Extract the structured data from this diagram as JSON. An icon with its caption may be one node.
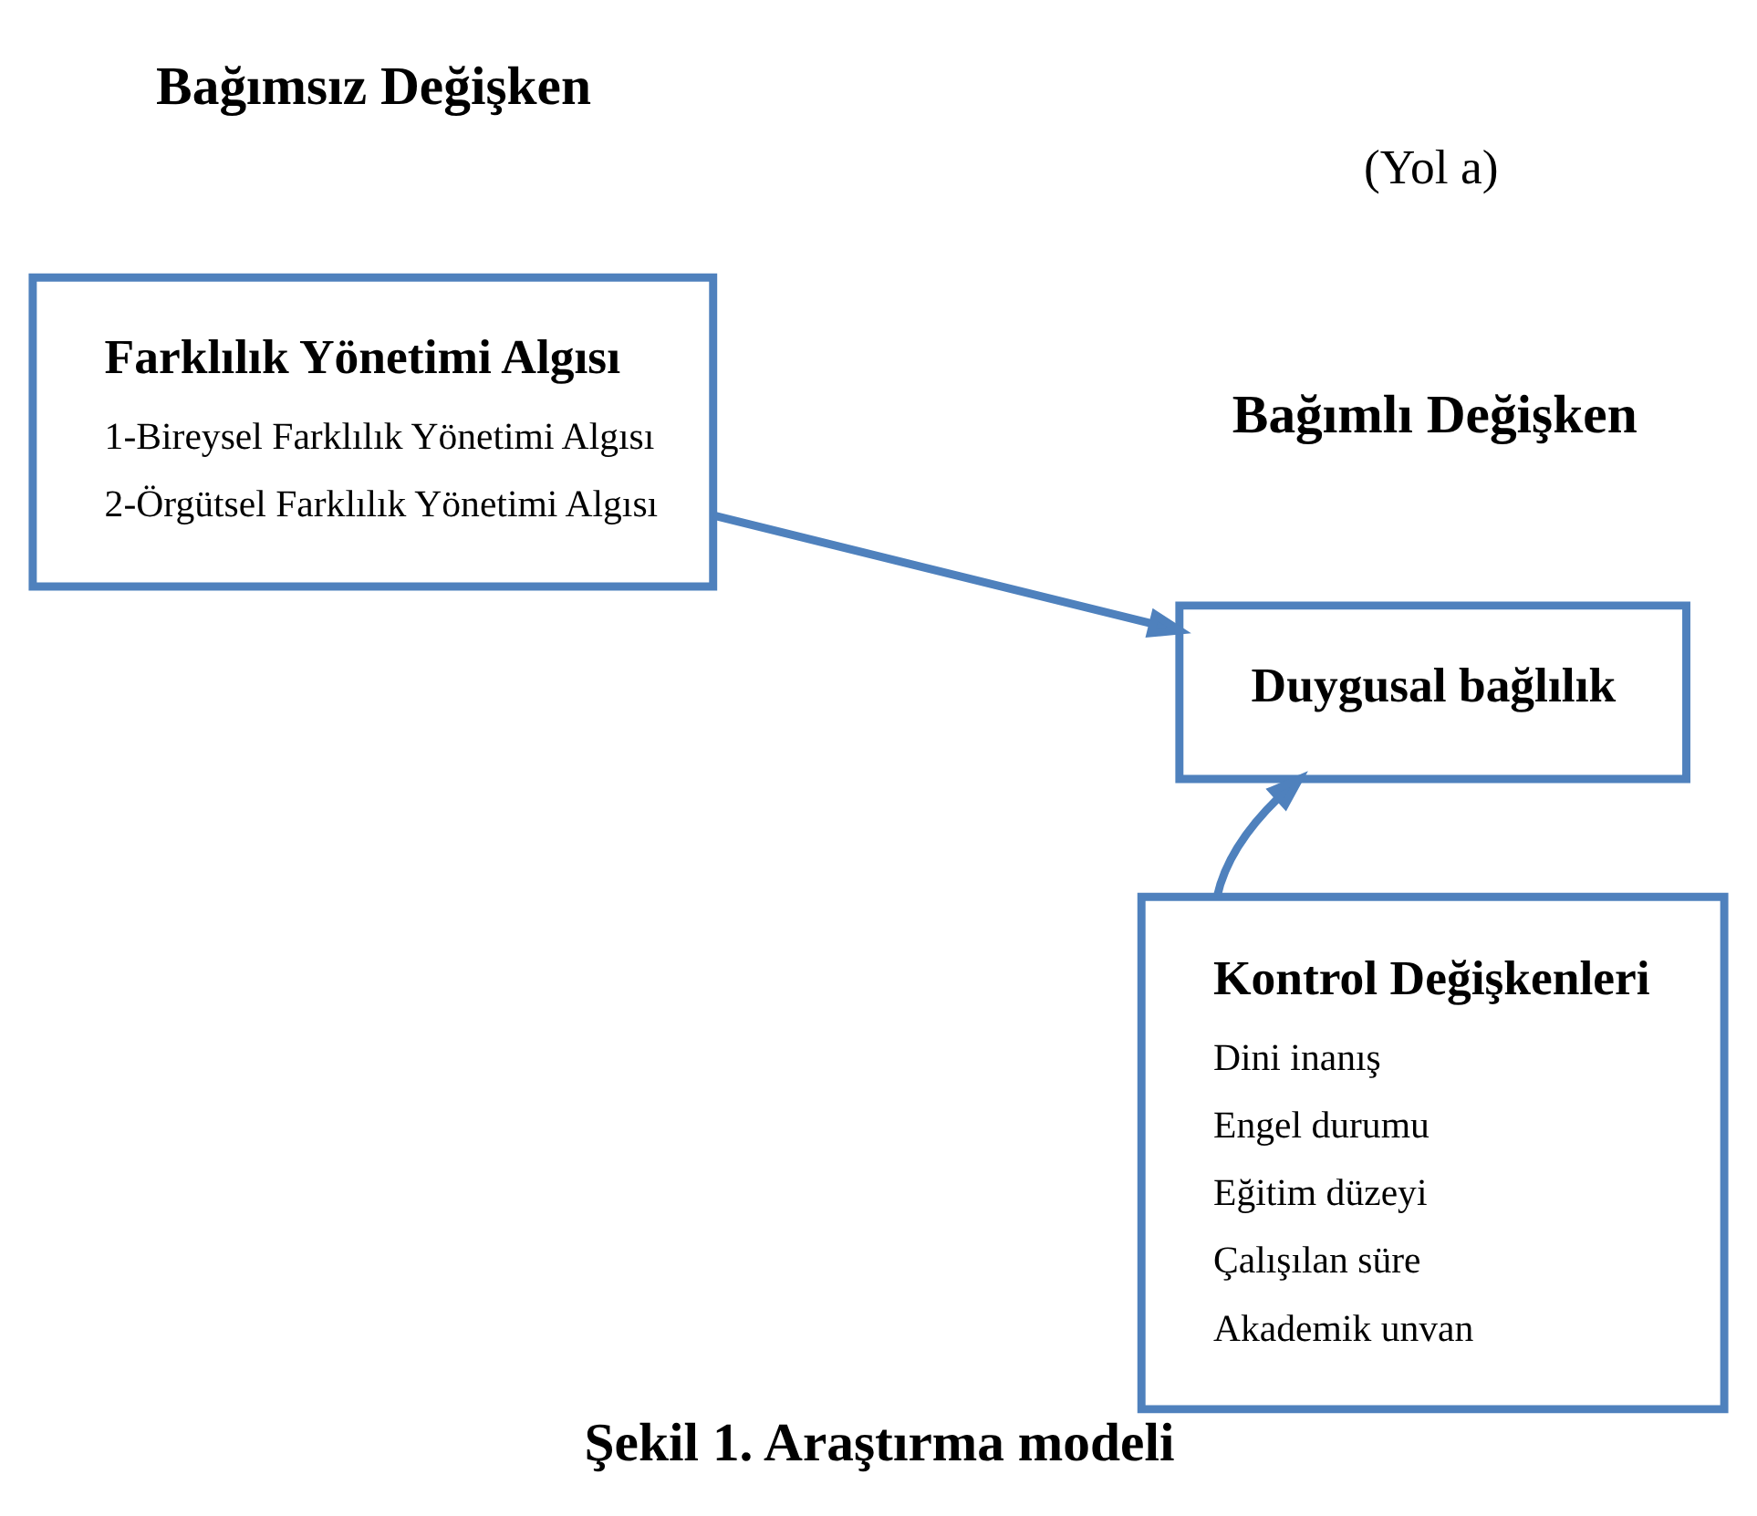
{
  "diagram": {
    "caption": "Şekil 1. Araştırma modeli",
    "nodes": [
      {
        "text": [
          "Farklılık Yönetimi Algısı",
          "1-Bireysel Farklılık Yönetimi Algısı",
          "2-Örgütsel Farklılık Yönetimi Algısı"
        ]
      },
      {
        "text": [
          "Duygusal bağlılık"
        ]
      },
      {
        "text": [
          "Kontrol Değişkenleri",
          "Dini inanış",
          "Engel durumu",
          "Eğitim düzeyi",
          "Çalışılan süre",
          "Akademik unvan"
        ]
      }
    ],
    "edges": [
      {
        "from": 0,
        "to": 1,
        "arrow": "to"
      },
      {
        "from": 2,
        "to": 1,
        "arrow": "to"
      }
    ],
    "labels": [
      "Bağımsız Değişken",
      "Bağımlı Değişken",
      "(Yol a)"
    ]
  }
}
